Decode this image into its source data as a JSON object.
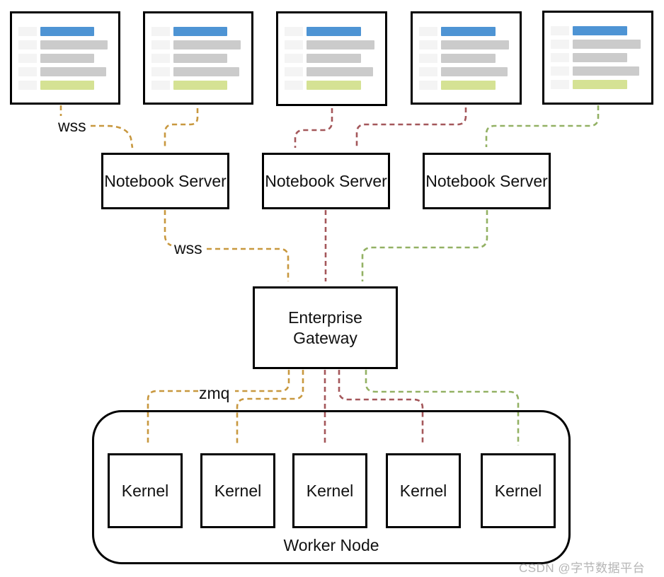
{
  "diagram": {
    "title": "Jupyter Enterprise Gateway architecture diagram",
    "clients": {
      "count": 5,
      "icon": "notebook-browser-thumbnail-icon"
    },
    "notebook_servers": [
      {
        "label": "Notebook Server"
      },
      {
        "label": "Notebook Server"
      },
      {
        "label": "Notebook Server"
      }
    ],
    "gateway": {
      "label": "Enterprise Gateway"
    },
    "kernels": [
      {
        "label": "Kernel"
      },
      {
        "label": "Kernel"
      },
      {
        "label": "Kernel"
      },
      {
        "label": "Kernel"
      },
      {
        "label": "Kernel"
      }
    ],
    "worker_node": {
      "label": "Worker Node"
    },
    "labels": {
      "wss_clients": "wss",
      "wss_gateway": "wss",
      "zmq": "zmq"
    },
    "edges": [
      {
        "from": "client-1",
        "to": "notebook-server-1",
        "protocol": "wss",
        "color": "orange"
      },
      {
        "from": "client-2",
        "to": "notebook-server-1",
        "protocol": "wss",
        "color": "orange"
      },
      {
        "from": "client-3",
        "to": "notebook-server-2",
        "protocol": "wss",
        "color": "red"
      },
      {
        "from": "client-4",
        "to": "notebook-server-2",
        "protocol": "wss",
        "color": "red"
      },
      {
        "from": "client-5",
        "to": "notebook-server-3",
        "protocol": "wss",
        "color": "green"
      },
      {
        "from": "notebook-server-1",
        "to": "enterprise-gateway",
        "protocol": "wss",
        "color": "orange"
      },
      {
        "from": "notebook-server-2",
        "to": "enterprise-gateway",
        "protocol": "wss",
        "color": "red"
      },
      {
        "from": "notebook-server-3",
        "to": "enterprise-gateway",
        "protocol": "wss",
        "color": "green"
      },
      {
        "from": "enterprise-gateway",
        "to": "kernel-1",
        "protocol": "zmq",
        "color": "orange"
      },
      {
        "from": "enterprise-gateway",
        "to": "kernel-2",
        "protocol": "zmq",
        "color": "orange"
      },
      {
        "from": "enterprise-gateway",
        "to": "kernel-3",
        "protocol": "zmq",
        "color": "red"
      },
      {
        "from": "enterprise-gateway",
        "to": "kernel-4",
        "protocol": "zmq",
        "color": "red"
      },
      {
        "from": "enterprise-gateway",
        "to": "kernel-5",
        "protocol": "zmq",
        "color": "green"
      }
    ],
    "watermark": "CSDN @字节数据平台"
  },
  "colors": {
    "bar_blue": "#4e94d4",
    "bar_gray": "#cbcbcb",
    "bar_green": "#d5e294",
    "bar_gutter": "#f4f4f4",
    "edge_orange": "#c8983f",
    "edge_red": "#a4575a",
    "edge_green": "#93b164",
    "watermark": "#b5b5b5"
  }
}
